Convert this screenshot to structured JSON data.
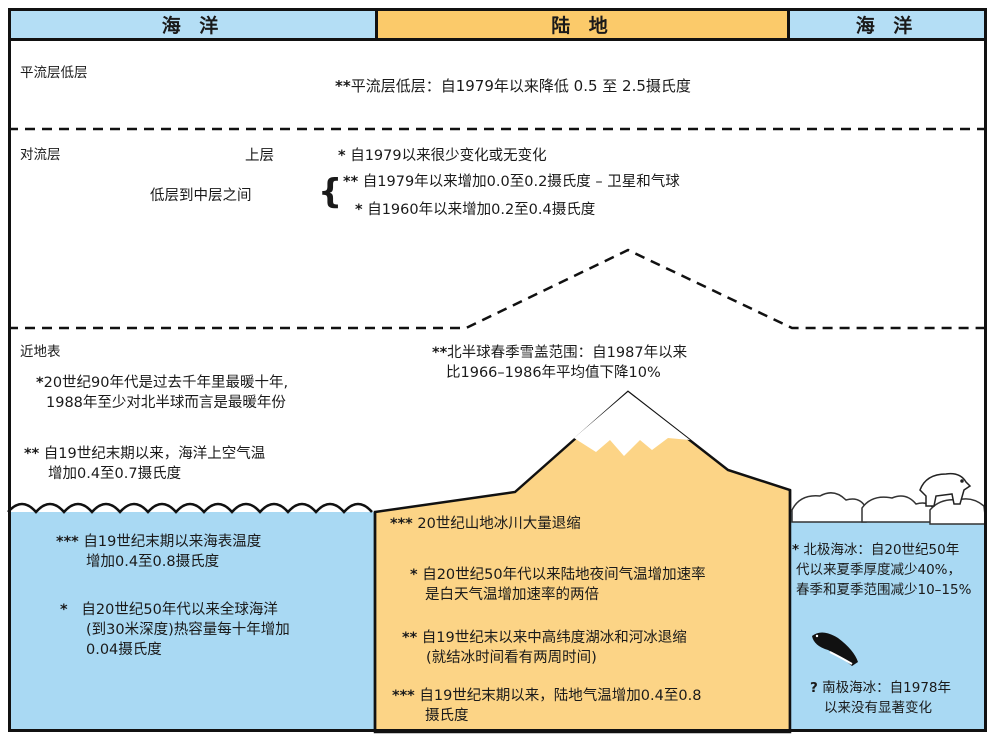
{
  "header": {
    "ocean_left": "海 洋",
    "land": "陆 地",
    "ocean_right": "海 洋"
  },
  "colors": {
    "ocean": "#a9d9f3",
    "land": "#fcd486",
    "header_land": "#fbca6a",
    "header_ocean": "#b4def5"
  },
  "stratosphere": {
    "label": "平流层低层",
    "note_stars": "**",
    "note": "平流层低层：自1979年以来降低 0.5 至 2.5摄氏度"
  },
  "troposphere": {
    "label": "对流层",
    "upper_label": "上层",
    "upper_stars": "*",
    "upper_note": "自1979以来很少变化或无变化",
    "lower_label": "低层到中层之间",
    "brace": "{",
    "lower_note1_stars": "**",
    "lower_note1": "自1979年以来增加0.0至0.2摄氏度 – 卫星和气球",
    "lower_note2_stars": "*",
    "lower_note2": "自1960年以来增加0.2至0.4摄氏度"
  },
  "surface": {
    "label": "近地表",
    "note1_stars": "*",
    "note1_line1": "20世纪90年代是过去千年里最暖十年,",
    "note1_line2": "1988年至少对北半球而言是最暖年份",
    "note2_stars": "**",
    "note2_line1": "自19世纪末期以来，海洋上空气温",
    "note2_line2": "增加0.4至0.7摄氏度",
    "snow_stars": "**",
    "snow_line1": "北半球春季雪盖范围：自1987年以来",
    "snow_line2": "比1966–1986年平均值下降10%"
  },
  "ocean_left": {
    "note1_stars": "***",
    "note1_line1": "自19世纪末期以来海表温度",
    "note1_line2": "增加0.4至0.8摄氏度",
    "note2_stars": "*",
    "note2_line1": "自20世纪50年代以来全球海洋",
    "note2_line2": "(到30米深度)热容量每十年增加",
    "note2_line3": "0.04摄氏度"
  },
  "land": {
    "note1_stars": "***",
    "note1": "20世纪山地冰川大量退缩",
    "note2_stars": "*",
    "note2_line1": "自20世纪50年代以来陆地夜间气温增加速率",
    "note2_line2": "是白天气温增加速率的两倍",
    "note3_stars": "**",
    "note3_line1": "自19世纪末以来中高纬度湖冰和河冰退缩",
    "note3_line2": "(就结冰时间看有两周时间)",
    "note4_stars": "***",
    "note4_line1": "自19世纪末期以来，陆地气温增加0.4至0.8",
    "note4_line2": "摄氏度"
  },
  "ocean_right": {
    "arctic_stars": "*",
    "arctic_line1": "北极海冰：自20世纪50年",
    "arctic_line2": "代以来夏季厚度减少40%，",
    "arctic_line3": "春季和夏季范围减少10–15%",
    "antarctic_mark": "?",
    "antarctic_line1": "南极海冰：自1978年",
    "antarctic_line2": "以来没有显著变化"
  }
}
